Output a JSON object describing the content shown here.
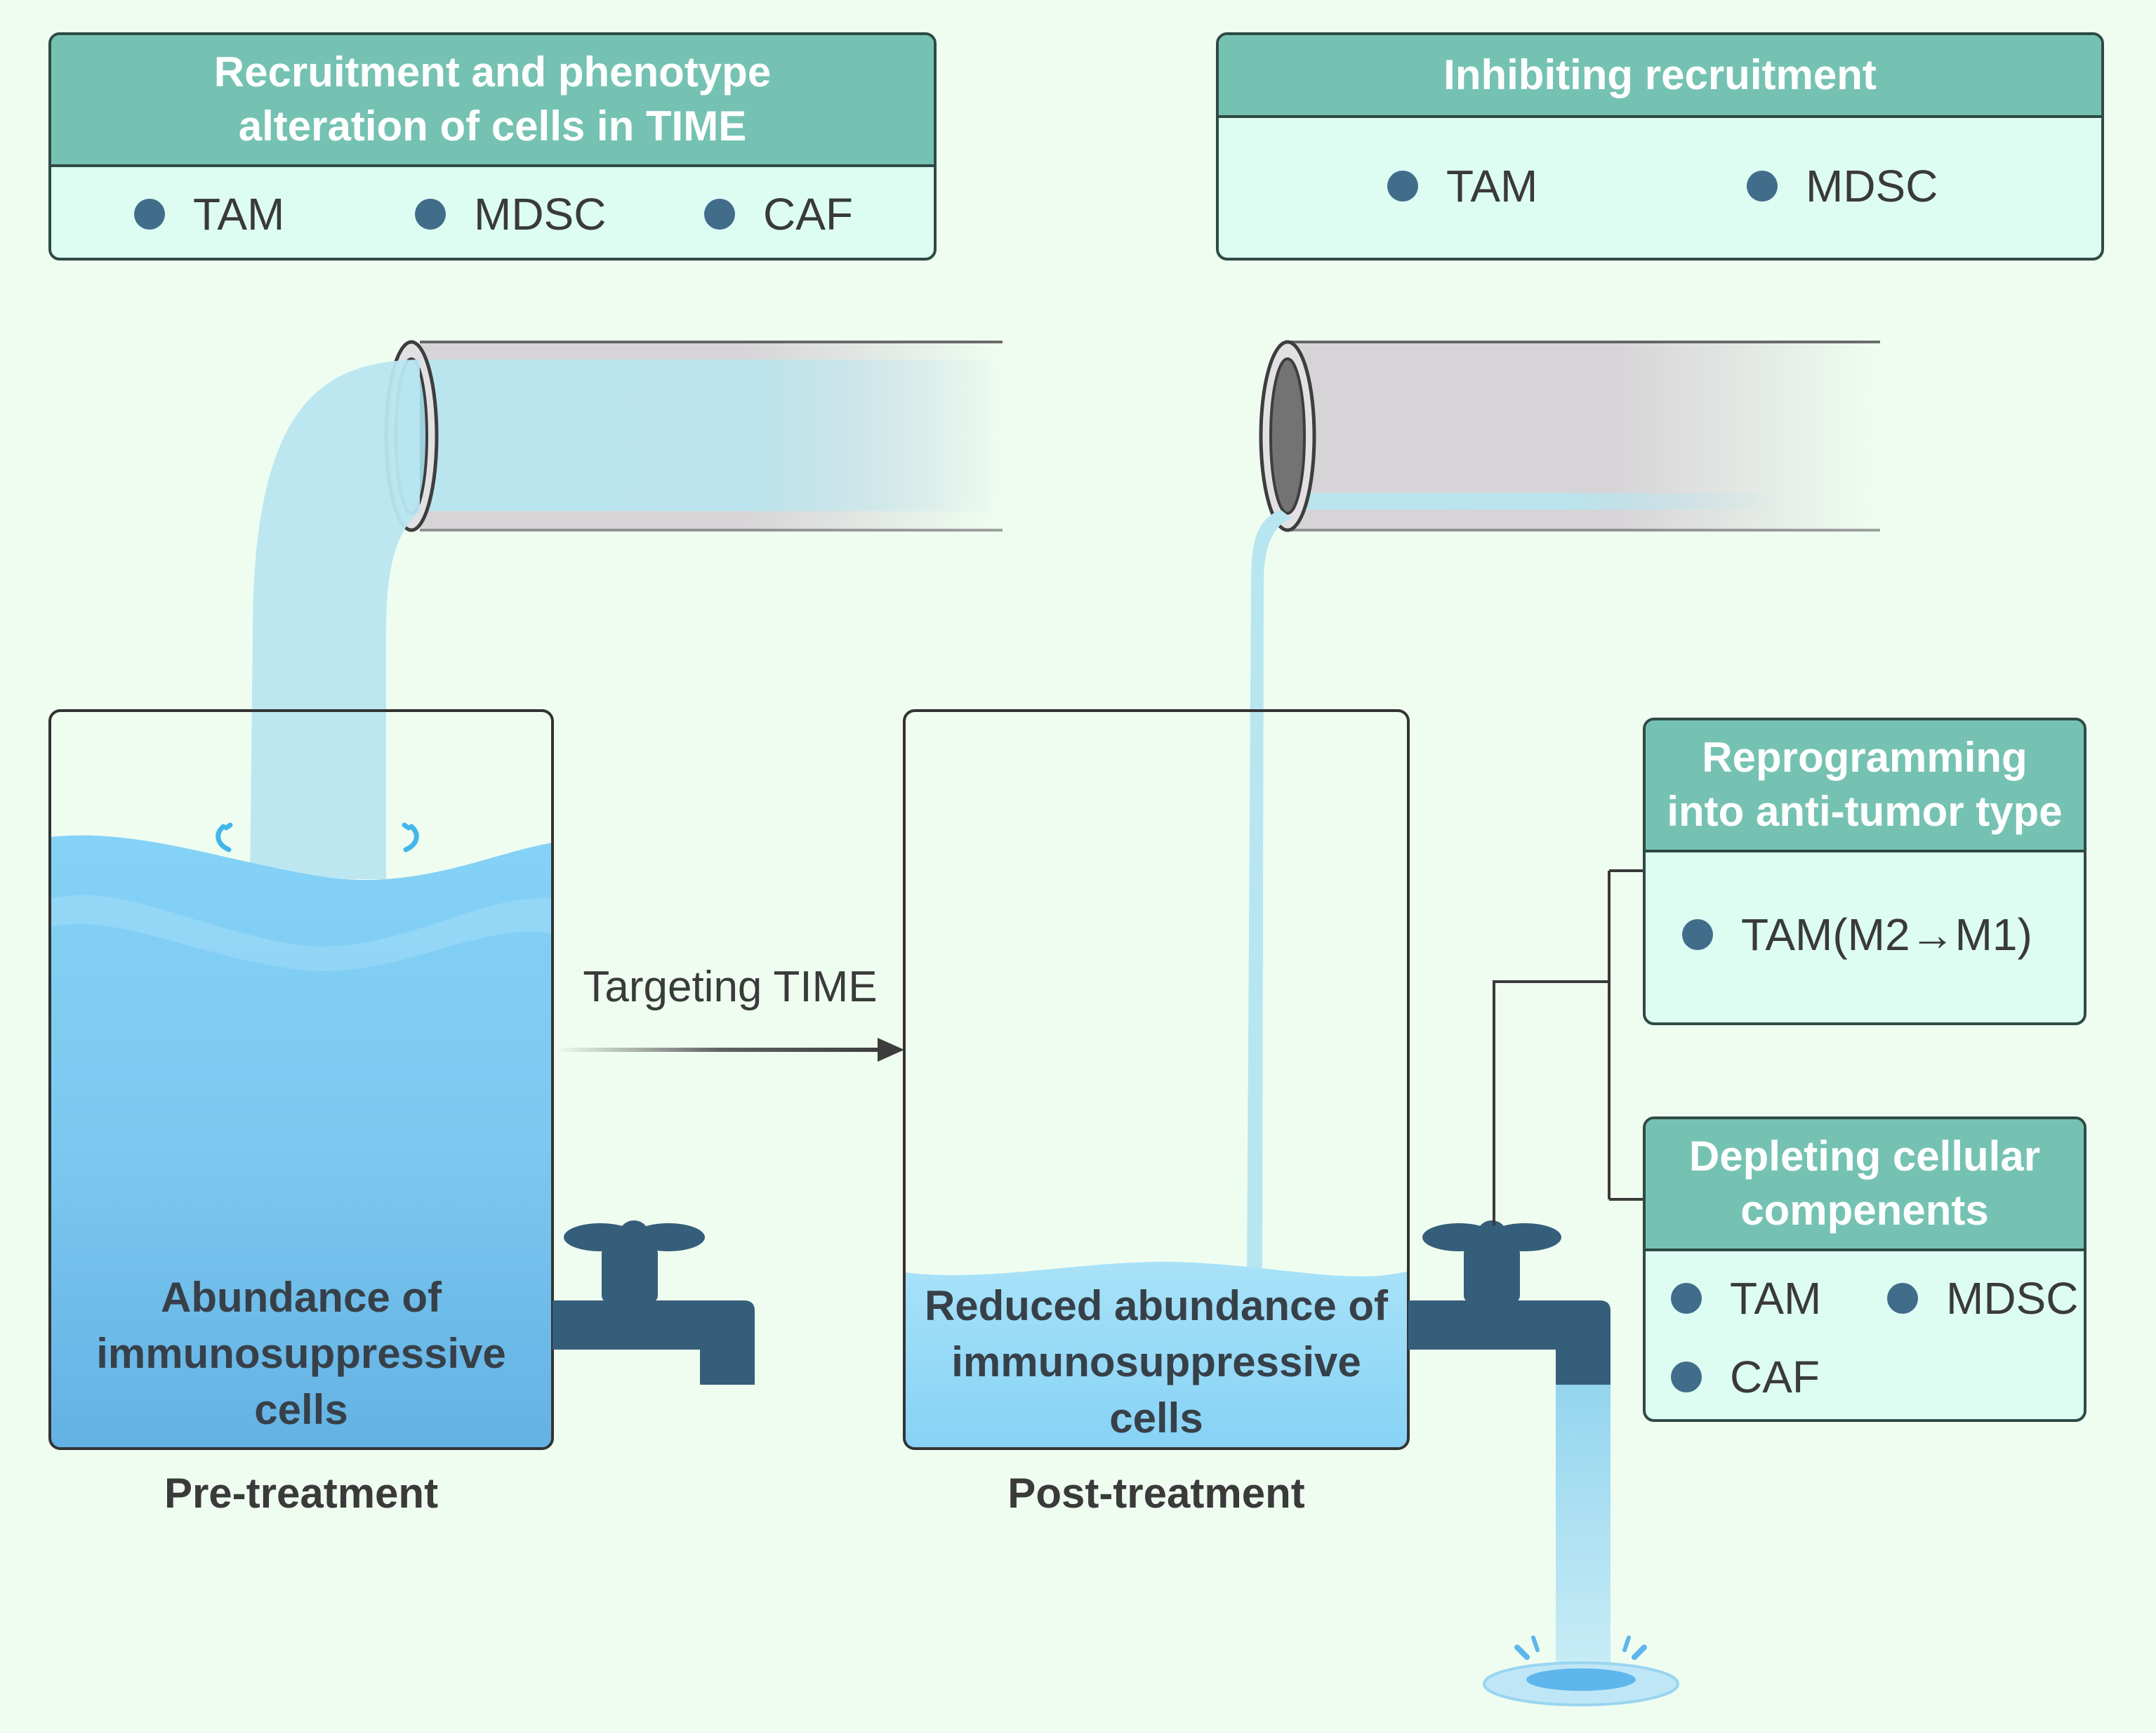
{
  "boxes": {
    "recruitment": {
      "title_line1": "Recruitment and phenotype",
      "title_line2": "alteration of cells in TIME",
      "items": [
        "TAM",
        "MDSC",
        "CAF"
      ]
    },
    "inhibiting": {
      "title": "Inhibiting recruitment",
      "items": [
        "TAM",
        "MDSC"
      ]
    },
    "reprogramming": {
      "title_line1": "Reprogramming",
      "title_line2": "into anti-tumor type",
      "items": [
        "TAM(M2→M1)"
      ]
    },
    "depleting": {
      "title_line1": "Depleting cellular",
      "title_line2": "compenents",
      "items": [
        "TAM",
        "MDSC",
        "CAF"
      ]
    }
  },
  "tanks": {
    "pre": {
      "text_line1": "Abundance of",
      "text_line2": "immunosuppressive",
      "text_line3": "cells",
      "caption": "Pre-treatment"
    },
    "post": {
      "text_line1": "Reduced abundance of",
      "text_line2": "immunosuppressive",
      "text_line3": "cells",
      "caption": "Post-treatment"
    }
  },
  "arrow_label": "Targeting TIME",
  "colors": {
    "background": "#effdf1",
    "box_header": "#75c2b2",
    "box_body": "#ddfdf3",
    "bullet": "#416d8b",
    "faucet": "#355e7a",
    "water_light": "#b8e6f0",
    "water_tank": "#7ccdf6"
  }
}
